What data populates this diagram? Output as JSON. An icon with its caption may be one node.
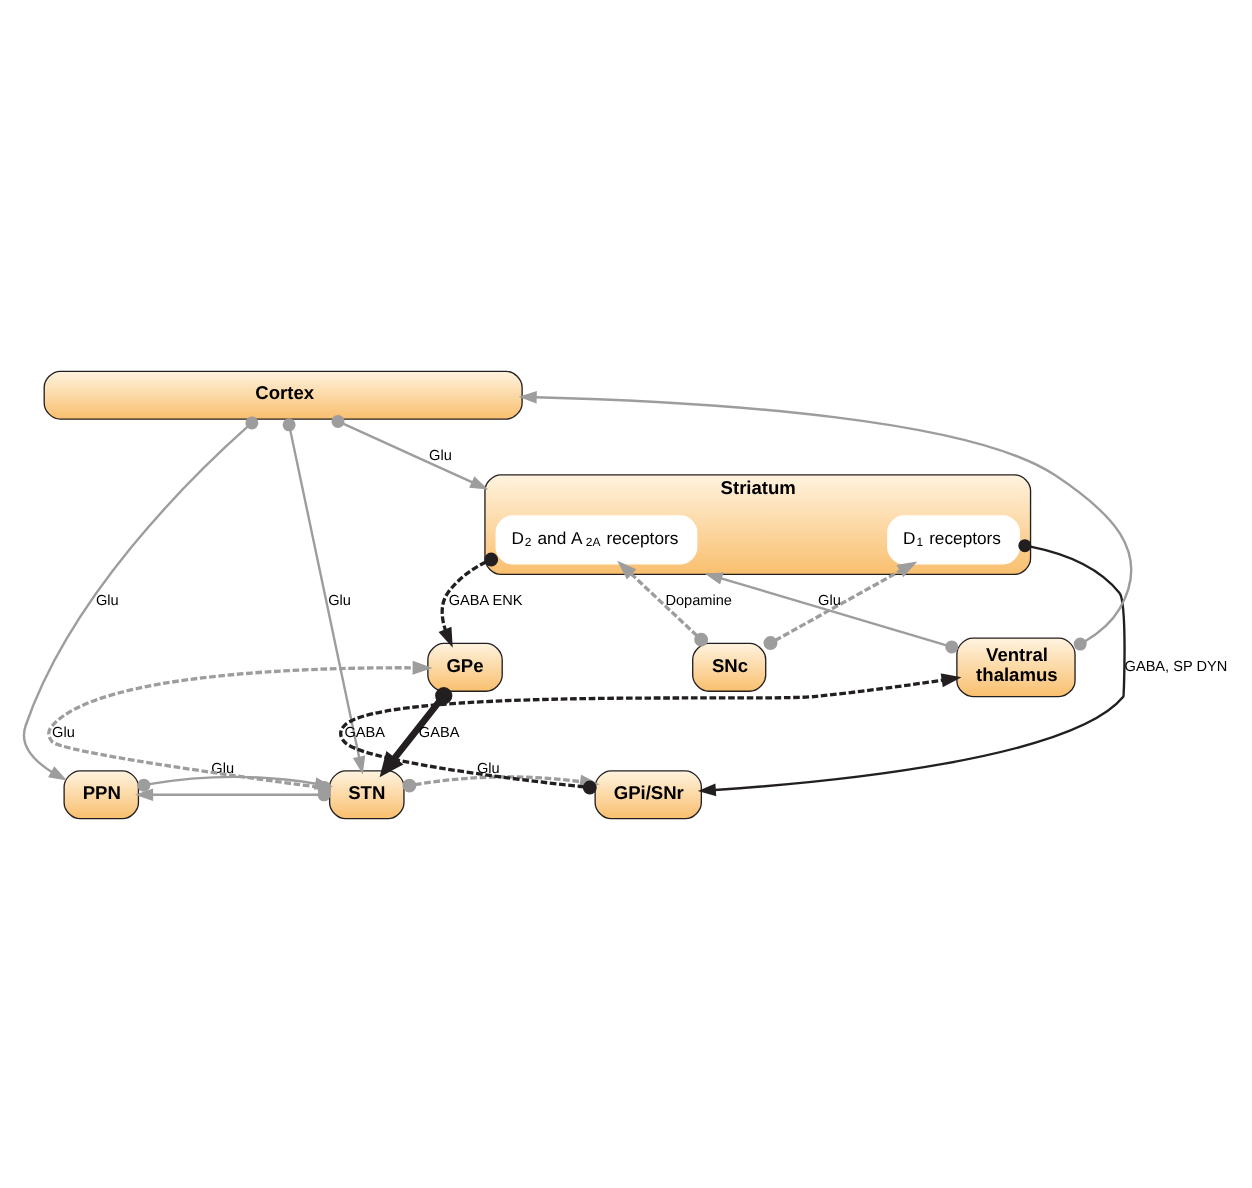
{
  "diagram": {
    "nodes": [
      {
        "text": [
          "Cortex"
        ]
      },
      {
        "text": [
          "Striatum"
        ]
      },
      {
        "text": [
          "D$_{2}$ and A$_{2A}$ receptors"
        ],
        "in": 1
      },
      {
        "text": [
          "D$_{1}$ receptors"
        ],
        "in": 1
      },
      {
        "text": [
          "GPe"
        ]
      },
      {
        "text": [
          "SNc"
        ]
      },
      {
        "text": [
          "Ventral thalamus"
        ]
      },
      {
        "text": [
          "PPN"
        ]
      },
      {
        "text": [
          "STN"
        ]
      },
      {
        "text": [
          "GPi/SNr"
        ]
      }
    ],
    "edges": [
      {
        "from": 0,
        "to": 1,
        "arrow": "to",
        "label": "Glu"
      },
      {
        "from": 0,
        "to": 7,
        "arrow": "to",
        "label": "Glu"
      },
      {
        "from": 0,
        "to": 8,
        "arrow": "to",
        "label": "Glu"
      },
      {
        "from": 2,
        "to": 4,
        "arrow": "to",
        "label": "GABA ENK",
        "style": "dashed",
        "color": "#231f20"
      },
      {
        "from": 5,
        "to": 2,
        "arrow": "to",
        "label": "Dopamine",
        "style": "dashed"
      },
      {
        "from": 5,
        "to": 3,
        "arrow": "to",
        "style": "dashed"
      },
      {
        "from": 3,
        "to": 9,
        "arrow": "to",
        "label": "GABA, SP DYN",
        "color": "#231f20"
      },
      {
        "from": 4,
        "to": 8,
        "arrow": "to",
        "label": "GABA",
        "style": "thick",
        "color": "#231f20"
      },
      {
        "from": 8,
        "to": 4,
        "arrow": "to",
        "label": "Glu",
        "style": "dashed"
      },
      {
        "from": 8,
        "to": 7,
        "arrow": "to"
      },
      {
        "from": 7,
        "to": 8,
        "arrow": "to",
        "label": "Glu"
      },
      {
        "from": 8,
        "to": 9,
        "arrow": "to",
        "label": "Glu",
        "style": "dashed"
      },
      {
        "from": 9,
        "to": 6,
        "arrow": "to",
        "label": "GABA",
        "style": "dashed",
        "color": "#231f20"
      },
      {
        "from": 6,
        "to": 0,
        "arrow": "to"
      },
      {
        "from": 6,
        "to": 1,
        "arrow": "to",
        "label": "Glu"
      }
    ]
  }
}
